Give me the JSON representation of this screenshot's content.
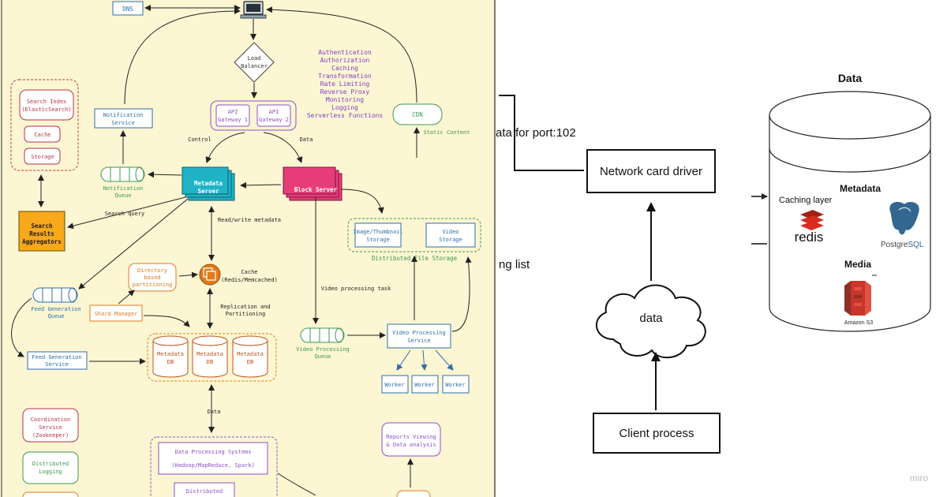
{
  "left": {
    "dns": "DNS",
    "load_balancer": [
      "Load",
      "Balancer"
    ],
    "api_gateway_1": [
      "API",
      "Gateway 1"
    ],
    "api_gateway_2": [
      "API",
      "Gateway 2"
    ],
    "gateway_features": [
      "Authentication",
      "Authorization",
      "Caching",
      "Transformation",
      "Rate Limiting",
      "Reverse Proxy",
      "Monitoring",
      "Logging",
      "Serverless Functions"
    ],
    "cdn": "CDN",
    "static_content": "Static Content",
    "notification_service": [
      "Notification",
      "Service"
    ],
    "notification_queue": [
      "Notification",
      "Queue"
    ],
    "search_index": [
      "Search Index",
      "(ElasticSearch)"
    ],
    "cache": "Cache",
    "storage": "Storage",
    "search_aggregators": [
      "Search",
      "Results",
      "Aggregators"
    ],
    "search_query": "Search query",
    "control": "Control",
    "data": "Data",
    "metadata_server": [
      "Metadata",
      "Server"
    ],
    "block_server": "Block Server",
    "image_storage": [
      "Image/Thumbnail",
      "Storage"
    ],
    "video_storage": [
      "Video",
      "Storage"
    ],
    "distributed_file_storage": "Distributed File Storage",
    "read_write_metadata": "Read/write metadata",
    "cache_redis": [
      "Cache",
      "(Redis/Memcached)"
    ],
    "directory_partitioning": [
      "Directory",
      "based",
      "partitioning"
    ],
    "feed_generation_queue": [
      "Feed Generation",
      "Queue"
    ],
    "shard_manager": "Shard Manager",
    "replication": [
      "Replication and",
      "Partitioning"
    ],
    "video_processing_task": "Video processing task",
    "feed_generation_service": [
      "Feed Generation",
      "Service"
    ],
    "metadata_db": [
      "Metadata",
      "DB"
    ],
    "video_processing_queue": [
      "Video Processing",
      "Queue"
    ],
    "video_processing_service": [
      "Video Processing",
      "Service"
    ],
    "worker": "Worker",
    "data_label": "Data",
    "coordination_service": [
      "Coordination",
      "Service",
      "(Zookeeper)"
    ],
    "distributed_logging": [
      "Distributed",
      "Logging"
    ],
    "data_processing_systems": "Data Processing Systems",
    "data_processing_tools": "(Hadoop/MapReduce, Spark)",
    "distributed_partial": "Distributed",
    "reports_viewing": [
      "Reports Viewing",
      "& Data analysis"
    ]
  },
  "middle": {
    "port_text": "ata for port:102",
    "network_card_driver": "Network card driver",
    "list_text": "ng list",
    "cloud_label": "data",
    "client_process": "Client process",
    "watermark": "miro"
  },
  "right": {
    "title": "Data",
    "metadata": "Metadata",
    "caching_layer": "Caching layer",
    "redis": "redis",
    "postgres": [
      "Postgre",
      "SQL"
    ],
    "media": "Media",
    "amazon_s3": "Amazon S3"
  },
  "colors": {
    "left_bg": "#fdf6d3",
    "blue": "#2b6fa8",
    "red": "#b8324a",
    "purple": "#8e4fc7",
    "green": "#3c9a4e",
    "orange": "#e07b1a",
    "metadata_server": "#1fb3c7",
    "block_server": "#e63d78",
    "aggregator": "#f7a81b",
    "redis_red": "#d82c20",
    "postgres_blue": "#336791",
    "s3_red": "#c7352b"
  }
}
